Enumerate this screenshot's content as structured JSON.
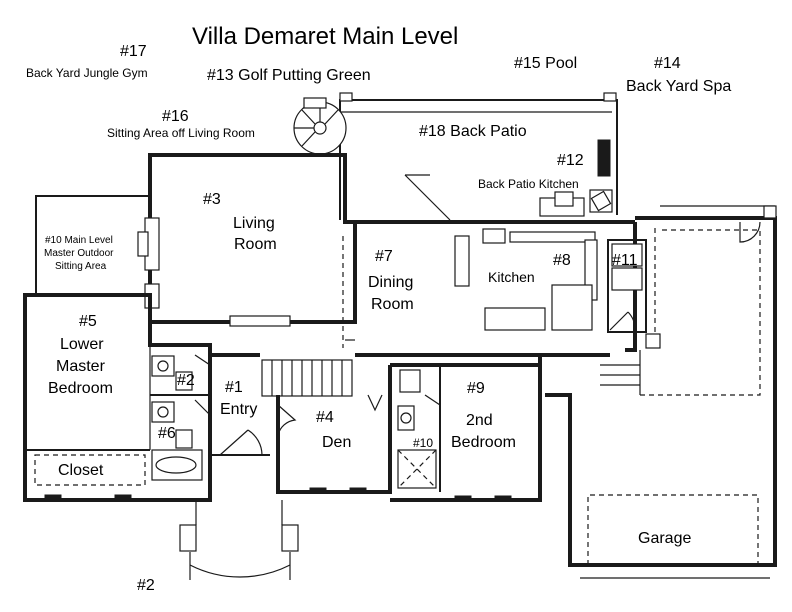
{
  "title": "Villa Demaret Main Level",
  "labels": {
    "jungle_gym_num": "#17",
    "jungle_gym": "Back Yard Jungle Gym",
    "putting_green": "#13 Golf Putting Green",
    "pool": "#15 Pool",
    "spa_num": "#14",
    "spa": "Back Yard Spa",
    "sitting_num": "#16",
    "sitting": "Sitting Area off Living Room",
    "back_patio": "#18 Back Patio",
    "patio_kitchen_num": "#12",
    "patio_kitchen": "Back Patio Kitchen",
    "living_num": "#3",
    "living_1": "Living",
    "living_2": "Room",
    "outdoor_1": "#10 Main Level",
    "outdoor_2": "Master Outdoor",
    "outdoor_3": "Sitting Area",
    "dining_num": "#7",
    "dining_1": "Dining",
    "dining_2": "Room",
    "kitchen": "Kitchen",
    "kitchen_num": "#8",
    "laundry_num": "#11",
    "master_num": "#5",
    "master_1": "Lower",
    "master_2": "Master",
    "master_3": "Bedroom",
    "bath2": "#2",
    "entry_num": "#1",
    "entry": "Entry",
    "bath6": "#6",
    "closet": "Closet",
    "den_num": "#4",
    "den": "Den",
    "bath10": "#10",
    "bed2_num": "#9",
    "bed2_1": "2nd",
    "bed2_2": "Bedroom",
    "garage": "Garage",
    "front_num": "#2"
  }
}
